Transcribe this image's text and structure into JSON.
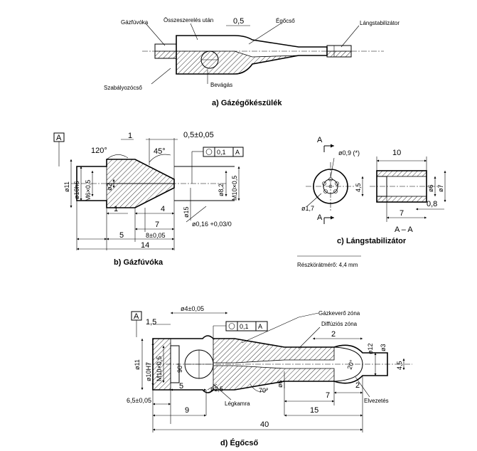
{
  "figure_a": {
    "caption": "a) Gázégőkészülék",
    "labels": {
      "gazfuvoka": "Gázfúvóka",
      "osszeszereles": "Összeszerelés után",
      "egocso": "Égőcső",
      "langstab": "Lángstabilizátor",
      "szabalyozo": "Szabályozócső",
      "bevagas": "Bevágás",
      "dim_05": "0,5"
    }
  },
  "figure_b": {
    "caption": "b) Gázfúvóka",
    "datum": "A",
    "tolerance": [
      "0,1",
      "A"
    ],
    "dims": {
      "d1": "1",
      "angle120": "120°",
      "angle45": "45°",
      "d05": "0,5±0,05",
      "phi11": "ø11",
      "phi10h6": "ø10h6",
      "m6x05": "M6×0,5",
      "phi2": "ø2",
      "phi82": "ø8,2",
      "m10x05": "M10×0,5",
      "phi15": "ø15",
      "d1b": "1",
      "d4": "4",
      "d7": "7",
      "d5": "5",
      "d8": "8±0,05",
      "d14": "14",
      "phi016": "ø0,16 +0,03/0"
    }
  },
  "figure_c": {
    "caption": "c) Lángstabilizátor",
    "section_a": "A",
    "section_aa": "A – A",
    "dims": {
      "phi09": "ø0,9 (*)",
      "d10": "10",
      "d45": "4,5",
      "phi6": "ø6",
      "phi7": "ø7",
      "phi17": "ø1,7",
      "d08": "0,8",
      "d7": "7"
    },
    "note": "Részkörátmérő: 4,4 mm"
  },
  "figure_d": {
    "caption": "d) Égőcső",
    "datum": "A",
    "tolerance": [
      "0,1",
      "A"
    ],
    "labels": {
      "gazkevero": "Gázkeverő zóna",
      "diffuzios": "Diffúziós zóna",
      "legkamra": "Légkamra",
      "elvezetes": "Elvezetés"
    },
    "dims": {
      "phi4": "ø4±0,05",
      "d15": "1,5",
      "d2": "2",
      "phi12": "ø12",
      "phi3": "ø3",
      "phi11": "ø11",
      "phi10h7": "ø10H7",
      "m10x05": "M10×0,5",
      "d5": "5",
      "phi25": "ø2,5",
      "angle70": "70°",
      "phi6": "ø6",
      "d7": "7",
      "d2b": "2",
      "d45": "4,5",
      "d65": "6,5±0,05",
      "d9": "9",
      "d15b": "15",
      "d40": "40",
      "angle20": "20°",
      "angle90": "90°"
    }
  }
}
